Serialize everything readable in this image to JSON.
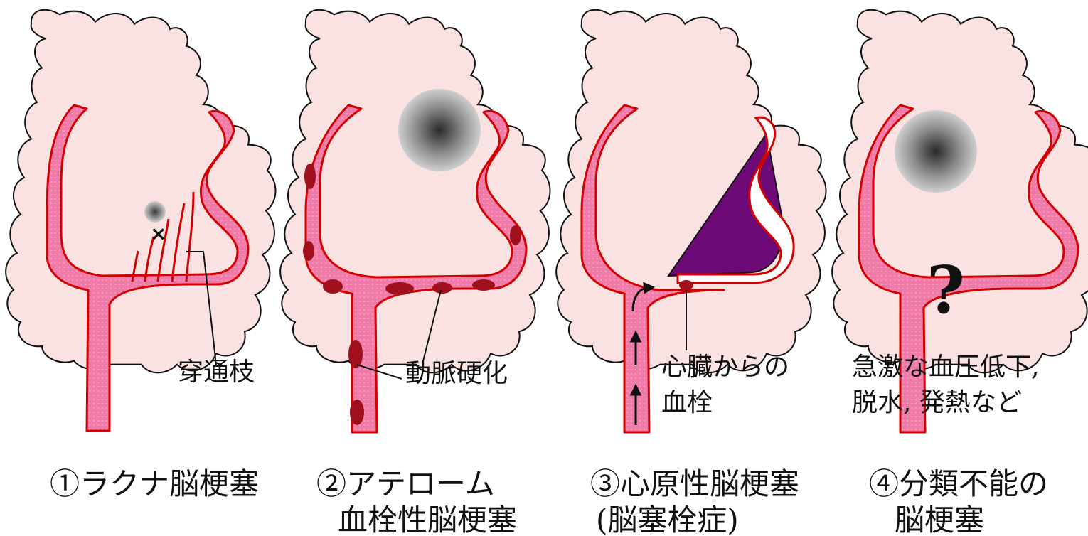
{
  "panels": [
    {
      "id": "lacunar",
      "caption_lines": [
        "①ラクナ脳梗塞"
      ],
      "annotations": [
        {
          "lines": [
            "穿通枝"
          ]
        }
      ]
    },
    {
      "id": "atherothrombotic",
      "caption_lines": [
        "②アテローム",
        "血栓性脳梗塞"
      ],
      "annotations": [
        {
          "lines": [
            "動脈硬化"
          ]
        }
      ]
    },
    {
      "id": "cardioembolic",
      "caption_lines": [
        "③心原性脳梗塞",
        "(脳塞栓症)"
      ],
      "annotations": [
        {
          "lines": [
            "心臓からの",
            "血栓"
          ]
        }
      ]
    },
    {
      "id": "unclassified",
      "caption_lines": [
        "④分類不能の",
        "脳梗塞"
      ],
      "annotations": [
        {
          "lines": [
            "急激な血圧低下,",
            "脱水, 発熱など"
          ]
        }
      ],
      "question_mark": "?"
    }
  ],
  "colors": {
    "brain_fill": "#fbe2e2",
    "outline": "#111111",
    "vessel_fill": "#f07aa8",
    "vessel_outline": "#d40000",
    "plaque": "#a0101c",
    "infarct_purple": "#6e0a78",
    "lesion_center": "#333333",
    "lesion_edge": "#c8c8c8"
  }
}
